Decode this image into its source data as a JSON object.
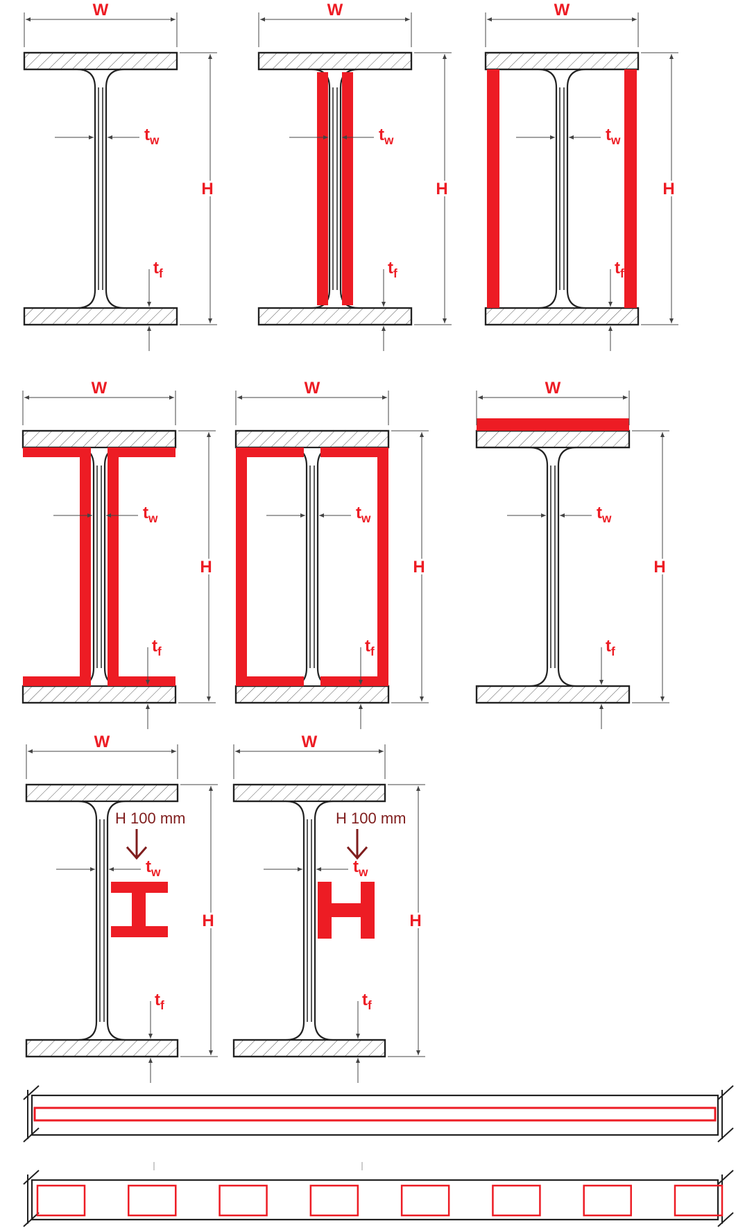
{
  "labels": {
    "width": "W",
    "height": "H",
    "web_thickness_main": "t",
    "web_thickness_sub": "w",
    "flange_thickness_main": "t",
    "flange_thickness_sub": "f"
  },
  "stiffener_note": "H 100 mm",
  "colors": {
    "outline": "#222222",
    "hatch": "#555555",
    "dimension": "#444444",
    "label": "#ed1c24",
    "reinforcement": "#ed1c24",
    "note": "#7f1d1d"
  },
  "sections": [
    {
      "id": "s1",
      "reinforcement": "none"
    },
    {
      "id": "s2",
      "reinforcement": "web-side-plates"
    },
    {
      "id": "s3",
      "reinforcement": "flange-tip-closing-plates"
    },
    {
      "id": "s4",
      "reinforcement": "channel-plates-around-web"
    },
    {
      "id": "s5",
      "reinforcement": "box-plates-around-web"
    },
    {
      "id": "s6",
      "reinforcement": "top-flange-cover-plate"
    },
    {
      "id": "s7",
      "reinforcement": "H-stiffener-in-web-plane"
    },
    {
      "id": "s8",
      "reinforcement": "H-stiffener-across-web"
    }
  ],
  "beams": [
    {
      "id": "beam-elevation-1",
      "reinforcement": "continuous-longitudinal-plate"
    },
    {
      "id": "beam-elevation-2",
      "reinforcement": "intermittent-box-stiffeners",
      "box_count": 8
    }
  ]
}
